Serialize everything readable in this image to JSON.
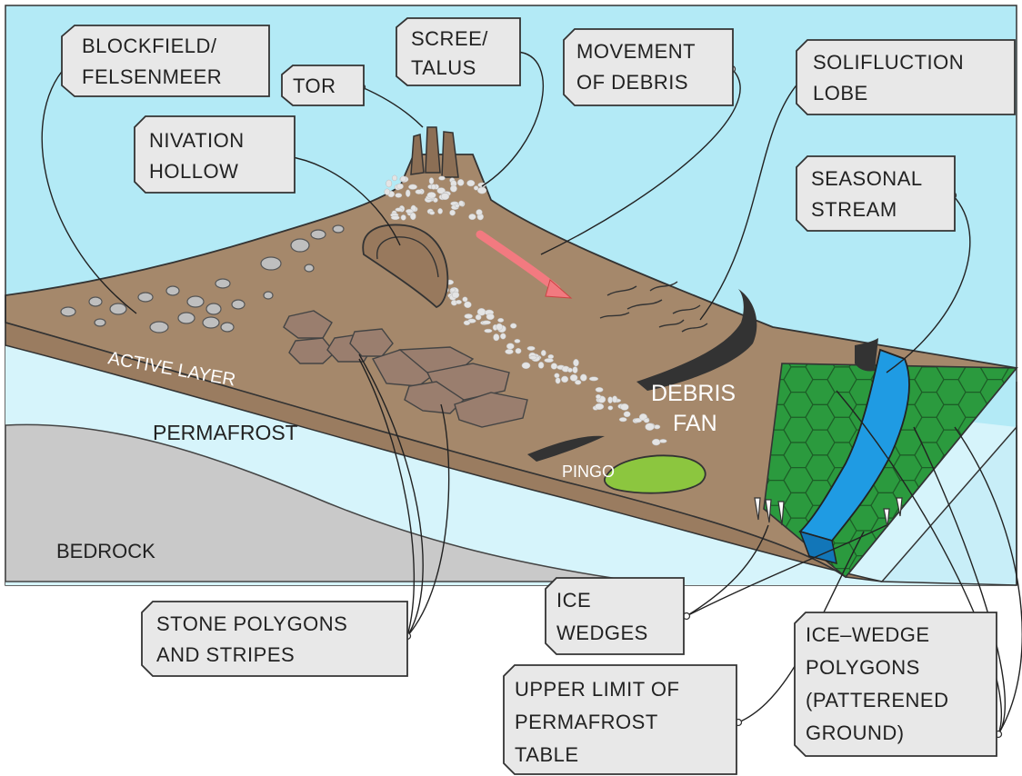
{
  "colors": {
    "sky": "#b3eaf6",
    "ground_light": "#d6f4fb",
    "bedrock": "#c9c9c9",
    "soil": "#a5886b",
    "soil_side": "#9a7c60",
    "hex_green": "#2b9a3e",
    "stream_blue": "#1f9be3",
    "pingo_green": "#8cc63f",
    "rock_grey": "#bfbfbf",
    "debris_arrow": "#f27a80"
  },
  "labels": {
    "blockfield": [
      "BLOCKFIELD/",
      "FELSENMEER"
    ],
    "tor": [
      "TOR"
    ],
    "scree": [
      "SCREE/",
      "TALUS"
    ],
    "movement": [
      "MOVEMENT",
      "OF DEBRIS"
    ],
    "solifluction": [
      "SOLIFLUCTION",
      "LOBE"
    ],
    "nivation": [
      "NIVATION",
      "HOLLOW"
    ],
    "seasonal": [
      "SEASONAL",
      "STREAM"
    ],
    "stone_polygons": [
      "STONE POLYGONS",
      "AND STRIPES"
    ],
    "ice_wedges": [
      "ICE",
      "WEDGES"
    ],
    "upper_limit": [
      "UPPER LIMIT OF",
      "PERMAFROST",
      "TABLE"
    ],
    "ice_wedge_polygons": [
      "ICE–WEDGE",
      "POLYGONS",
      "(PATTERENED",
      "GROUND)"
    ]
  },
  "inline": {
    "active_layer": "ACTIVE LAYER",
    "permafrost": "PERMAFROST",
    "bedrock": "BEDROCK",
    "debris_fan": [
      "DEBRIS",
      "FAN"
    ],
    "pingo": "PINGO"
  }
}
